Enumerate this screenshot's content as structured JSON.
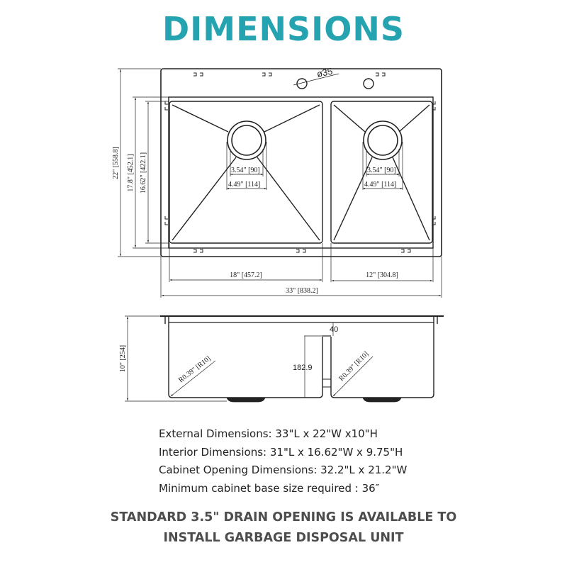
{
  "header": {
    "title": "DIMENSIONS",
    "title_color": "#26a3b0"
  },
  "top_view": {
    "faucet_hole_label": "ø35",
    "overall_height_label": "22\" [558.8]",
    "rim_height_label": "17.8\" [452.1]",
    "bowl_height_label": "16.62\" [422.1]",
    "left_bowl_width_label": "18\" [457.2]",
    "right_bowl_width_label": "12\" [304.8]",
    "overall_width_label": "33\" [838.2]",
    "left_drain": {
      "inner_label": "3.54\" [90]",
      "outer_label": "4.49\" [114]"
    },
    "right_drain": {
      "inner_label": "3.54\" [90]",
      "outer_label": "4.49\" [114]"
    }
  },
  "side_view": {
    "depth_label": "10\" [254]",
    "left_radius_label": "R0.39\" [R10]",
    "right_radius_label": "R0.39\" [R10]",
    "divider_drop_label": "40",
    "divider_height_label": "182.9"
  },
  "specs": [
    "External Dimensions: 33\"L x 22\"W x10\"H",
    "Interior Dimensions: 31\"L x 16.62\"W x 9.75\"H",
    "Cabinet Opening Dimensions: 32.2\"L x 21.2\"W",
    "Minimum cabinet base size required : 36″"
  ],
  "note": {
    "line1": "STANDARD 3.5\" DRAIN OPENING IS AVAILABLE TO",
    "line2": "INSTALL GARBAGE DISPOSAL UNIT",
    "color": "#4d4d4d"
  }
}
